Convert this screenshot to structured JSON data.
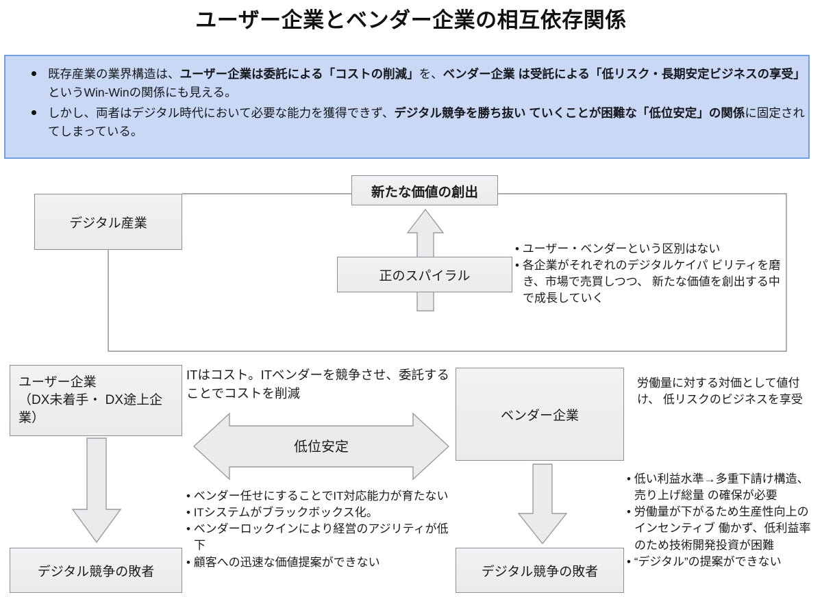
{
  "title": "ユーザー企業とベンダー企業の相互依存関係",
  "colors": {
    "banner_fill": "#c9d8f5",
    "banner_border": "#6f9fe0",
    "box_fill": "#f0f0f2",
    "box_border": "#8d8d93",
    "arrow_fill": "#ebebee",
    "arrow_border": "#9a9aa0",
    "text": "#1b1b1b"
  },
  "banner": {
    "bullets": [
      {
        "segments": [
          {
            "text": "既存産業の業界構造は、",
            "bold": false
          },
          {
            "text": "ユーザー企業は委託による「コストの削減」",
            "bold": true
          },
          {
            "text": "を、",
            "bold": false
          },
          {
            "text": "ベンダー企業 は受託による「低リスク・長期安定ビジネスの享受」",
            "bold": true
          },
          {
            "text": "というWin-Winの関係にも見える。",
            "bold": false
          }
        ]
      },
      {
        "segments": [
          {
            "text": "しかし、両者はデジタル時代において必要な能力を獲得できず、",
            "bold": false
          },
          {
            "text": "デジタル競争を勝ち抜い ていくことが困難な「低位安定」の関係",
            "bold": true
          },
          {
            "text": "に固定されてしまっている。",
            "bold": false
          }
        ]
      }
    ]
  },
  "diagram": {
    "boxes": {
      "digital_industry": "デジタル産業",
      "new_value_creation": "新たな価値の創出",
      "positive_spiral": "正のスパイラル",
      "user_company": "ユーザー企業\n（DX未着手・ DX途上企業）",
      "vendor_company": "ベンダー企業",
      "loser_left": "デジタル競争の敗者",
      "loser_right": "デジタル競争の敗者"
    },
    "arrows": {
      "bidirectional_label": "低位安定"
    },
    "notes": {
      "digital_industry_notes": [
        "ユーザー・ベンダーという区別はない",
        "各企業がそれぞれのデジタルケイパ ビリティを磨き、市場で売買しつつ、 新たな価値を創出する中で成長していく"
      ],
      "it_is_cost": "ITはコスト。ITベンダーを競争させ、委託することでコストを削減",
      "user_drawbacks": [
        "ベンダー任せにすることでIT対応能力が育たない",
        "ITシステムがブラックボックス化。",
        "ベンダーロックインにより経営のアジリティが低下",
        "顧客への迅速な価値提案ができない"
      ],
      "vendor_benefit": "労働量に対する対価として値付け、 低リスクのビジネスを享受",
      "vendor_drawbacks": [
        "低い利益水準→多重下請け構造、売り上げ総量 の確保が必要",
        "労働量が下がるため生産性向上のインセンティブ 働かず、低利益率のため技術開発投資が困難",
        "“デジタル”の提案ができない"
      ]
    }
  }
}
